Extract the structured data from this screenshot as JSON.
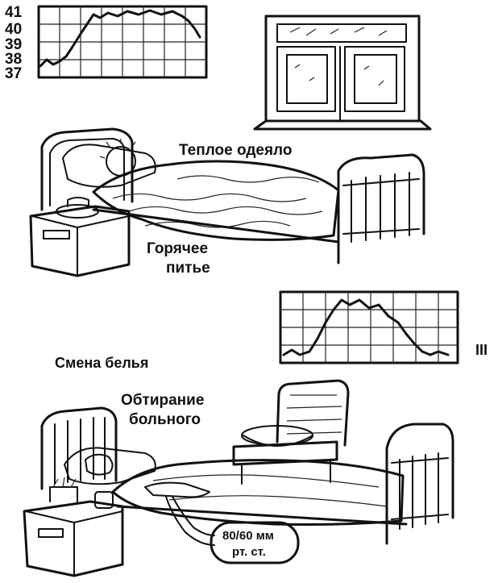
{
  "chart_top": {
    "ticks": [
      "41",
      "40",
      "39",
      "38",
      "37"
    ]
  },
  "labels": {
    "warm_clothes": "Теплое одеяло",
    "hot_drink_line1": "Горячее",
    "hot_drink_line2": "питье",
    "linen_change": "Смена белья",
    "wiping_line1": "Обтирание",
    "wiping_line2": "больного",
    "pressure_line1": "80/60 мм",
    "pressure_line2": "рт. ст.",
    "stage_marker": "III"
  },
  "colors": {
    "ink": "#111111",
    "paper": "#ffffff"
  }
}
